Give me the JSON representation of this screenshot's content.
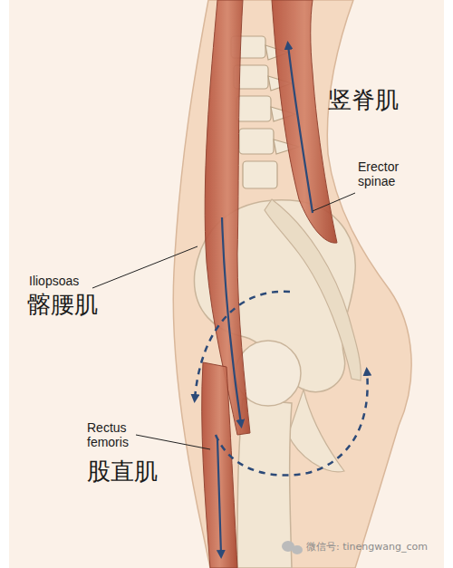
{
  "diagram": {
    "labels": [
      "竖脊肌",
      "Erector spinae",
      "Iliopsoas",
      "髂腰肌",
      "Rectus femoris",
      "股直肌",
      "微信号: tinengwang_com"
    ]
  }
}
